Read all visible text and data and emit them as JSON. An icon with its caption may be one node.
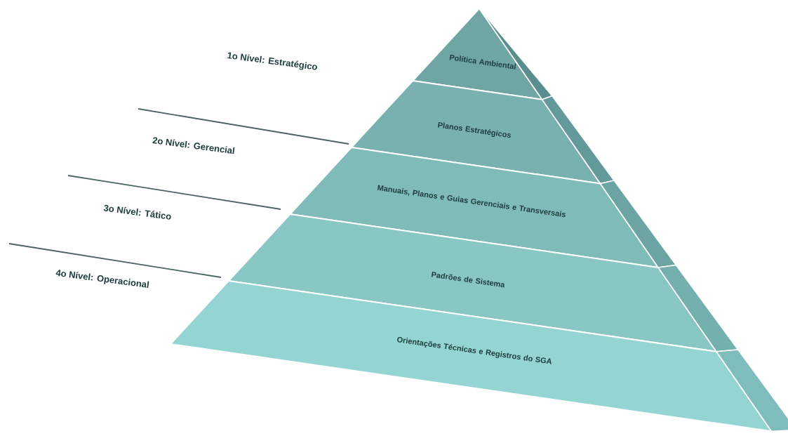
{
  "diagram": {
    "nodes": [
      {
        "text": [
          "Política Ambiental"
        ]
      },
      {
        "text": [
          "Planos Estratégicos"
        ]
      },
      {
        "text": [
          "Manuais, Planos e Guias Gerenciais e Transversais"
        ]
      },
      {
        "text": [
          "Padrões de Sistema"
        ]
      },
      {
        "text": [
          "Orientações Técnicas e Registros do SGA"
        ]
      }
    ],
    "labels": [
      "1o Nível: Estratégico",
      "2o Nível: Gerencial",
      "3o Nível: Tático",
      "4o Nível: Operacional"
    ]
  }
}
